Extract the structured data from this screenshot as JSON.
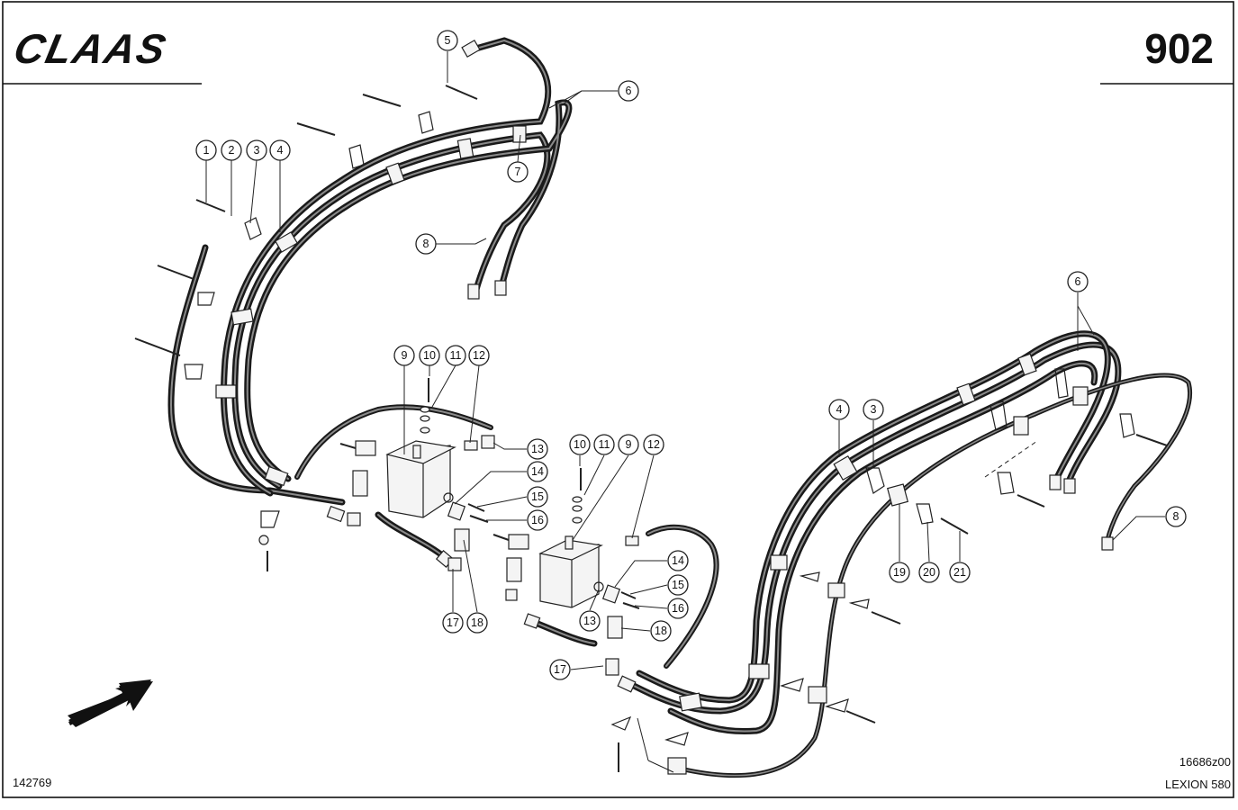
{
  "header": {
    "brand": "CLAAS",
    "page_number": "902"
  },
  "footer": {
    "left_code": "142769",
    "right_code": "16686z00",
    "model": "LEXION 580"
  },
  "callouts": [
    {
      "id": "c1",
      "label": "1"
    },
    {
      "id": "c2",
      "label": "2"
    },
    {
      "id": "c3",
      "label": "3"
    },
    {
      "id": "c4",
      "label": "4"
    },
    {
      "id": "c5",
      "label": "5"
    },
    {
      "id": "c6",
      "label": "6"
    },
    {
      "id": "c7",
      "label": "7"
    },
    {
      "id": "c8",
      "label": "8"
    },
    {
      "id": "c9",
      "label": "9"
    },
    {
      "id": "c10",
      "label": "10"
    },
    {
      "id": "c11",
      "label": "11"
    },
    {
      "id": "c12",
      "label": "12"
    },
    {
      "id": "c13",
      "label": "13"
    },
    {
      "id": "c14",
      "label": "14"
    },
    {
      "id": "c15",
      "label": "15"
    },
    {
      "id": "c16",
      "label": "16"
    },
    {
      "id": "c17",
      "label": "17"
    },
    {
      "id": "c18",
      "label": "18"
    },
    {
      "id": "c9b",
      "label": "9"
    },
    {
      "id": "c10b",
      "label": "10"
    },
    {
      "id": "c11b",
      "label": "11"
    },
    {
      "id": "c12b",
      "label": "12"
    },
    {
      "id": "c13b",
      "label": "13"
    },
    {
      "id": "c14b",
      "label": "14"
    },
    {
      "id": "c15b",
      "label": "15"
    },
    {
      "id": "c16b",
      "label": "16"
    },
    {
      "id": "c17b",
      "label": "17"
    },
    {
      "id": "c18b",
      "label": "18"
    },
    {
      "id": "c3b",
      "label": "3"
    },
    {
      "id": "c4b",
      "label": "4"
    },
    {
      "id": "c6b",
      "label": "6"
    },
    {
      "id": "c8b",
      "label": "8"
    },
    {
      "id": "c19",
      "label": "19"
    },
    {
      "id": "c20",
      "label": "20"
    },
    {
      "id": "c21",
      "label": "21"
    }
  ],
  "colors": {
    "ink": "#111111",
    "paper": "#ffffff"
  },
  "icons": {
    "direction_arrow": "arrow-up-right-icon"
  }
}
